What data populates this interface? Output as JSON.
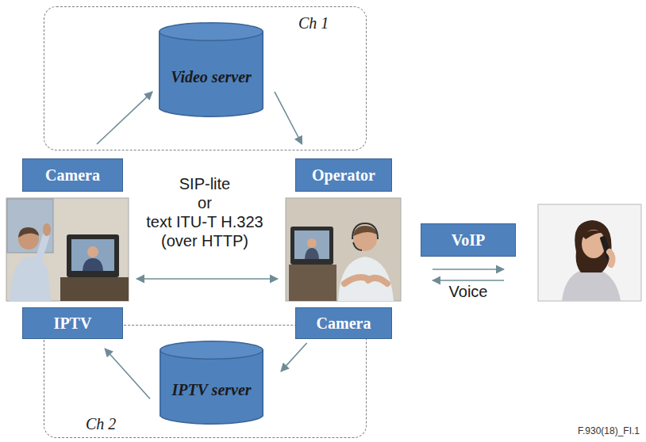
{
  "diagram": {
    "nodes": [
      {
        "text": [
          "Ch 1"
        ]
      },
      {
        "text": [
          "Video server"
        ],
        "in": 0
      },
      {
        "text": [
          "Camera"
        ]
      },
      {
        "text": [
          "Operator"
        ]
      },
      {
        "text": [
          "VoIP"
        ]
      },
      {
        "text": [
          "IPTV"
        ]
      },
      {
        "text": [
          "Camera"
        ]
      },
      {
        "text": [
          "Ch 2"
        ]
      },
      {
        "text": [
          "IPTV server"
        ],
        "in": 7
      }
    ],
    "edges": [
      {
        "from": 2,
        "to": 1,
        "arrow": "to"
      },
      {
        "from": 1,
        "to": 3,
        "arrow": "to"
      },
      {
        "from": 6,
        "to": 8,
        "arrow": "to"
      },
      {
        "from": 8,
        "to": 5,
        "arrow": "to"
      }
    ],
    "labels": [
      "SIP-lite",
      "or",
      "text ITU-T H.323",
      "(over HTTP)",
      "Voice",
      "F.930(18)_FI.1"
    ]
  }
}
